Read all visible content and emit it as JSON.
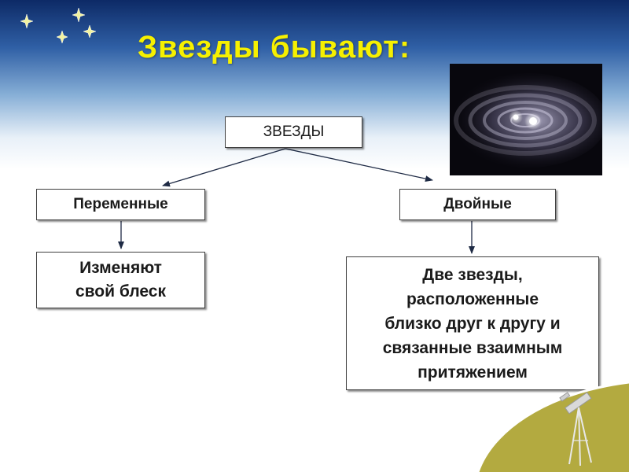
{
  "title": "Звезды бывают:",
  "nodes": {
    "root": "ЗВЕЗДЫ",
    "variable": "Переменные",
    "binary": "Двойные",
    "variable_desc_lines": [
      "Изменяют",
      "свой блеск"
    ],
    "binary_desc_lines": [
      "Две звезды,",
      "расположенные",
      "близко друг к другу и",
      "связанные взаимным",
      "притяжением"
    ]
  },
  "colors": {
    "title": "#f6f000",
    "sky_top": "#0d2a66",
    "ground": "#b3aa40"
  },
  "icons": {
    "stars": "sparkle-star-icons",
    "photo": "binary-star-image",
    "telescope": "telescope-icon"
  }
}
